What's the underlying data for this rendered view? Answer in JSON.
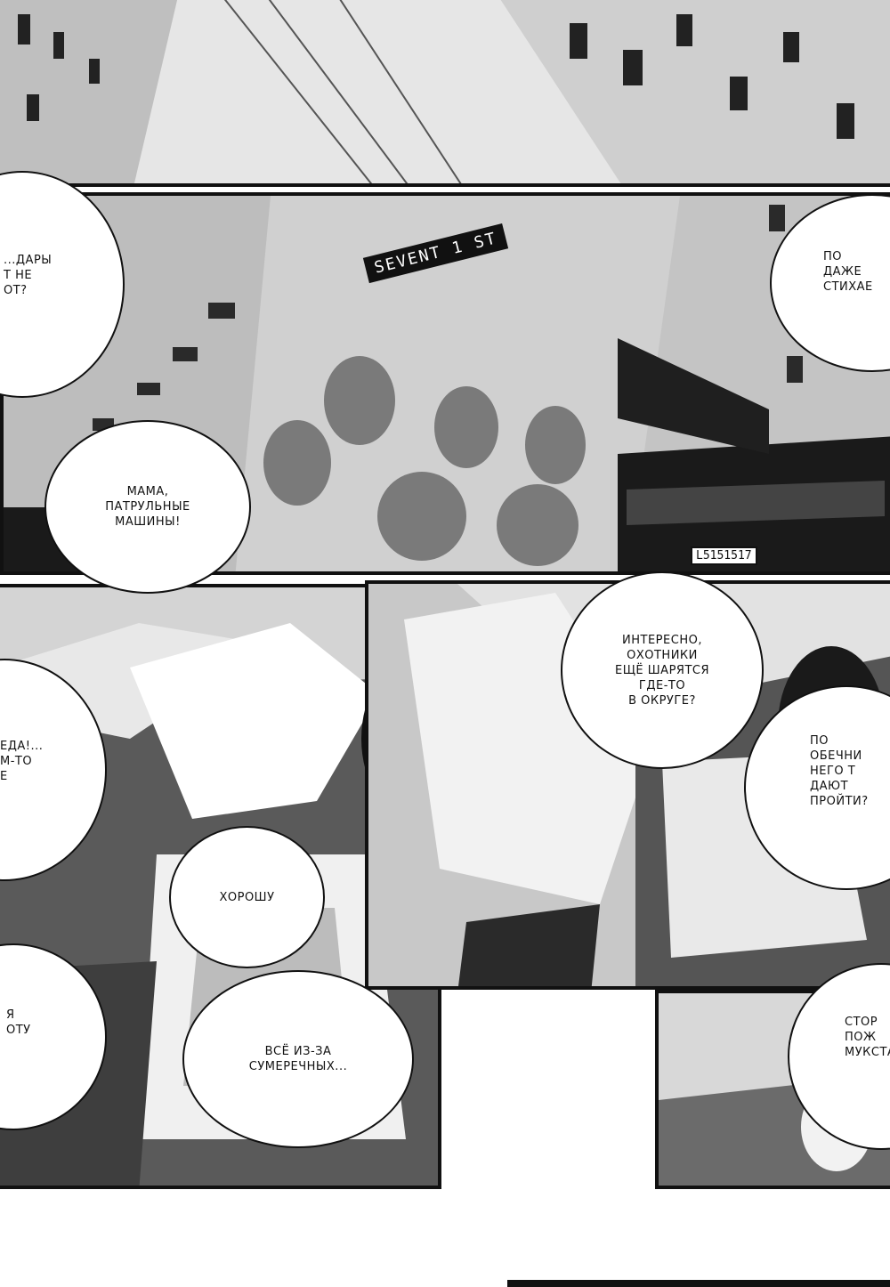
{
  "bubbles": {
    "b1": "...ДАРЫ\nТ НЕ\nОТ?",
    "b2": "ПО\nДАЖЕ\nСТИХАЕ",
    "b3": "МАМА,\nПАТРУЛЬНЫЕ\nМАШИНЫ!",
    "b4": "ИНТЕРЕСНО,\nОХОТНИКИ\nЕЩЁ ШАРЯТСЯ\nГДЕ-ТО\nВ ОКРУГЕ?",
    "b5": "ЕДА!...\nМ-ТО\nЕ",
    "b6": "ПО\nОБЕЧНИ\nНЕГО Т\nДАЮТ\nПРОЙТИ?",
    "b7": "ХОРОШУ",
    "b8": "Я\nОТУ",
    "b9": "ВСЁ ИЗ-ЗА\nСУМЕРЕЧНЫХ...",
    "b10": "СТОР\nПОЖ\nМУКСТА"
  },
  "signs": {
    "street": "SEVENT 1 ST",
    "plate": "L5151517"
  },
  "sfx": {
    "dots": "..."
  }
}
